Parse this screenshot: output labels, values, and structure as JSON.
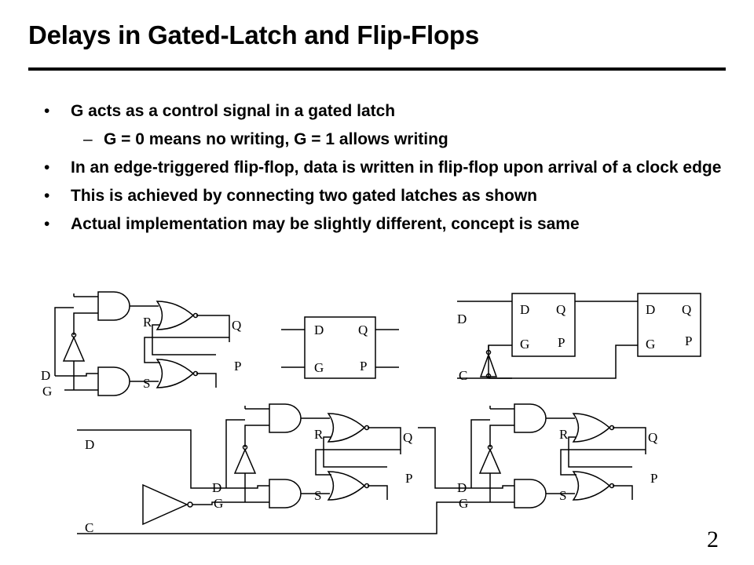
{
  "slide": {
    "title": "Delays in Gated-Latch and Flip-Flops",
    "bullet_symbol": "•",
    "dash_symbol": "–",
    "bullets": [
      "G acts as a control signal in a gated latch",
      "G = 0 means no writing, G = 1 allows  writing",
      "In an edge-triggered flip-flop, data is written in flip-flop upon arrival of a clock edge",
      "This is achieved by connecting two gated latches as shown",
      "Actual implementation may be slightly different, concept is same"
    ],
    "page_number": "2"
  },
  "diagram_labels": {
    "D": "D",
    "G": "G",
    "Q": "Q",
    "P": "P",
    "R": "R",
    "S": "S",
    "C": "C"
  },
  "colors": {
    "ink": "#000000",
    "background": "#ffffff"
  }
}
